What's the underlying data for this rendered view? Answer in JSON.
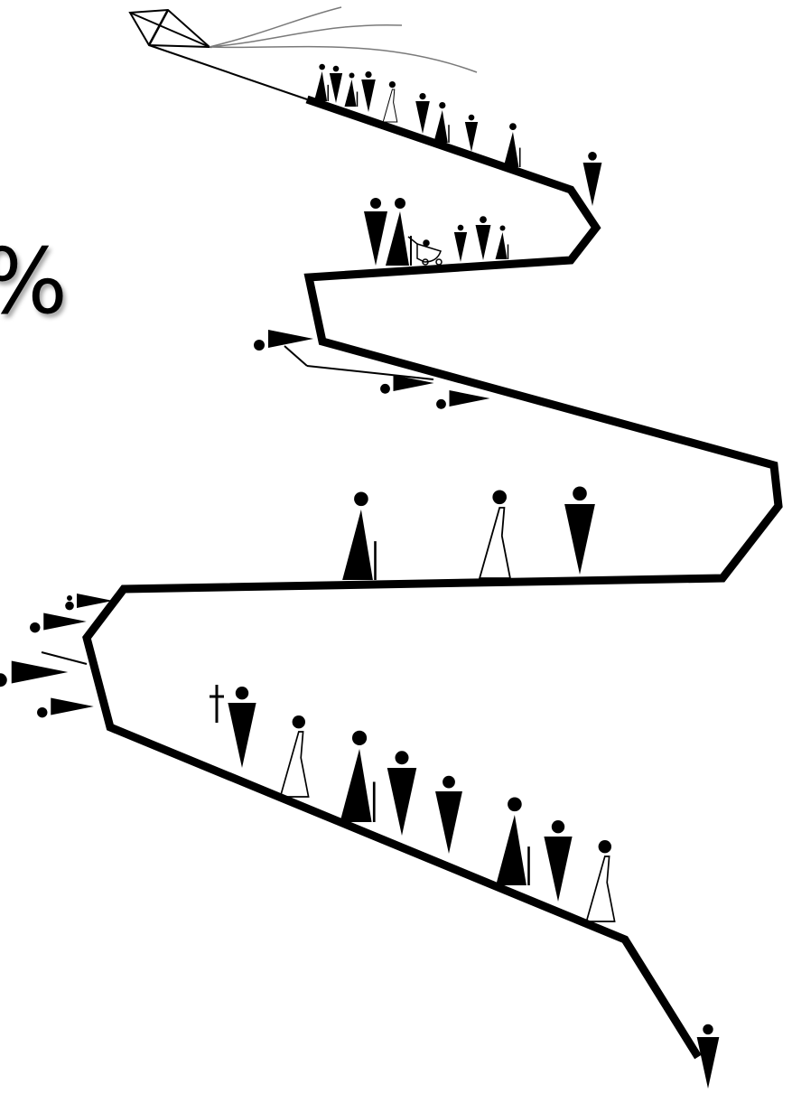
{
  "diagram": {
    "edge_glyph": "%",
    "figure_kinds": [
      "man",
      "woman",
      "elder-with-cane",
      "child",
      "baby-stroller",
      "fallen-figure",
      "grave-cross"
    ],
    "kite": "kite-with-tail-flying-at-top",
    "colors": {
      "ink": "#000000",
      "background": "#ffffff",
      "tail": "#7a7a7a"
    }
  }
}
